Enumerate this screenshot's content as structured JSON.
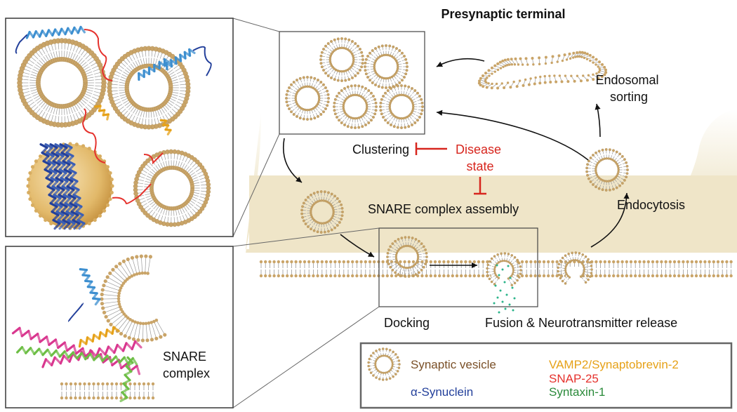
{
  "title": "Presynaptic terminal",
  "stages": {
    "endosomal_sorting": [
      "Endosomal",
      "sorting"
    ],
    "clustering": "Clustering",
    "disease_state": [
      "Disease",
      "state"
    ],
    "snare_assembly": "SNARE complex assembly",
    "endocytosis": "Endocytosis",
    "docking": "Docking",
    "fusion": "Fusion & Neurotransmitter release"
  },
  "snare_complex_label": [
    "SNARE",
    "complex"
  ],
  "legend": {
    "vesicle": "Synaptic vesicle",
    "synuclein": "α-Synuclein",
    "vamp2": "VAMP2/Synaptobrevin-2",
    "snap25": "SNAP-25",
    "syntaxin": "Syntaxin-1"
  },
  "colors": {
    "cytoplasm": "#f1e9cf",
    "lipid_head": "#c9a468",
    "lipid_tail": "#9a9a9a",
    "disease": "#d7261e",
    "synuclein": "#23409b",
    "vamp2": "#e6a117",
    "snap25": "#e5322d",
    "syntaxin": "#2a8a3a",
    "helix_blue": "#3d8fd0",
    "helix_pink": "#d9378f",
    "helix_green": "#6dbe45",
    "neurotransmitter": "#2bb48a",
    "vesicle_label": "#7a5028",
    "box_border": "#666666"
  }
}
